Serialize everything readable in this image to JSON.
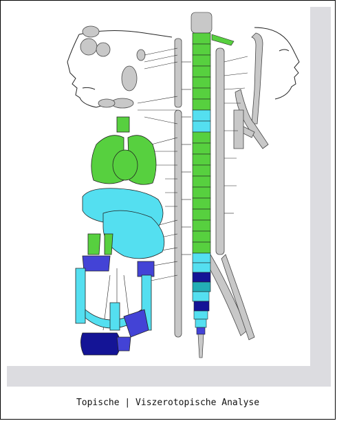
{
  "caption": {
    "topic_link": "Topische",
    "separator": "|",
    "analysis_link": "Viszerotopische Analyse"
  },
  "colors": {
    "green": "#57d03f",
    "cyan": "#54dff0",
    "blue": "#4343d6",
    "teal": "#23aeb6",
    "dark_blue": "#141496",
    "gray": "#c8c8c8",
    "light_panel": "#dcdce0"
  },
  "illustration": {
    "name": "autonomic-nervous-system-diagram"
  }
}
